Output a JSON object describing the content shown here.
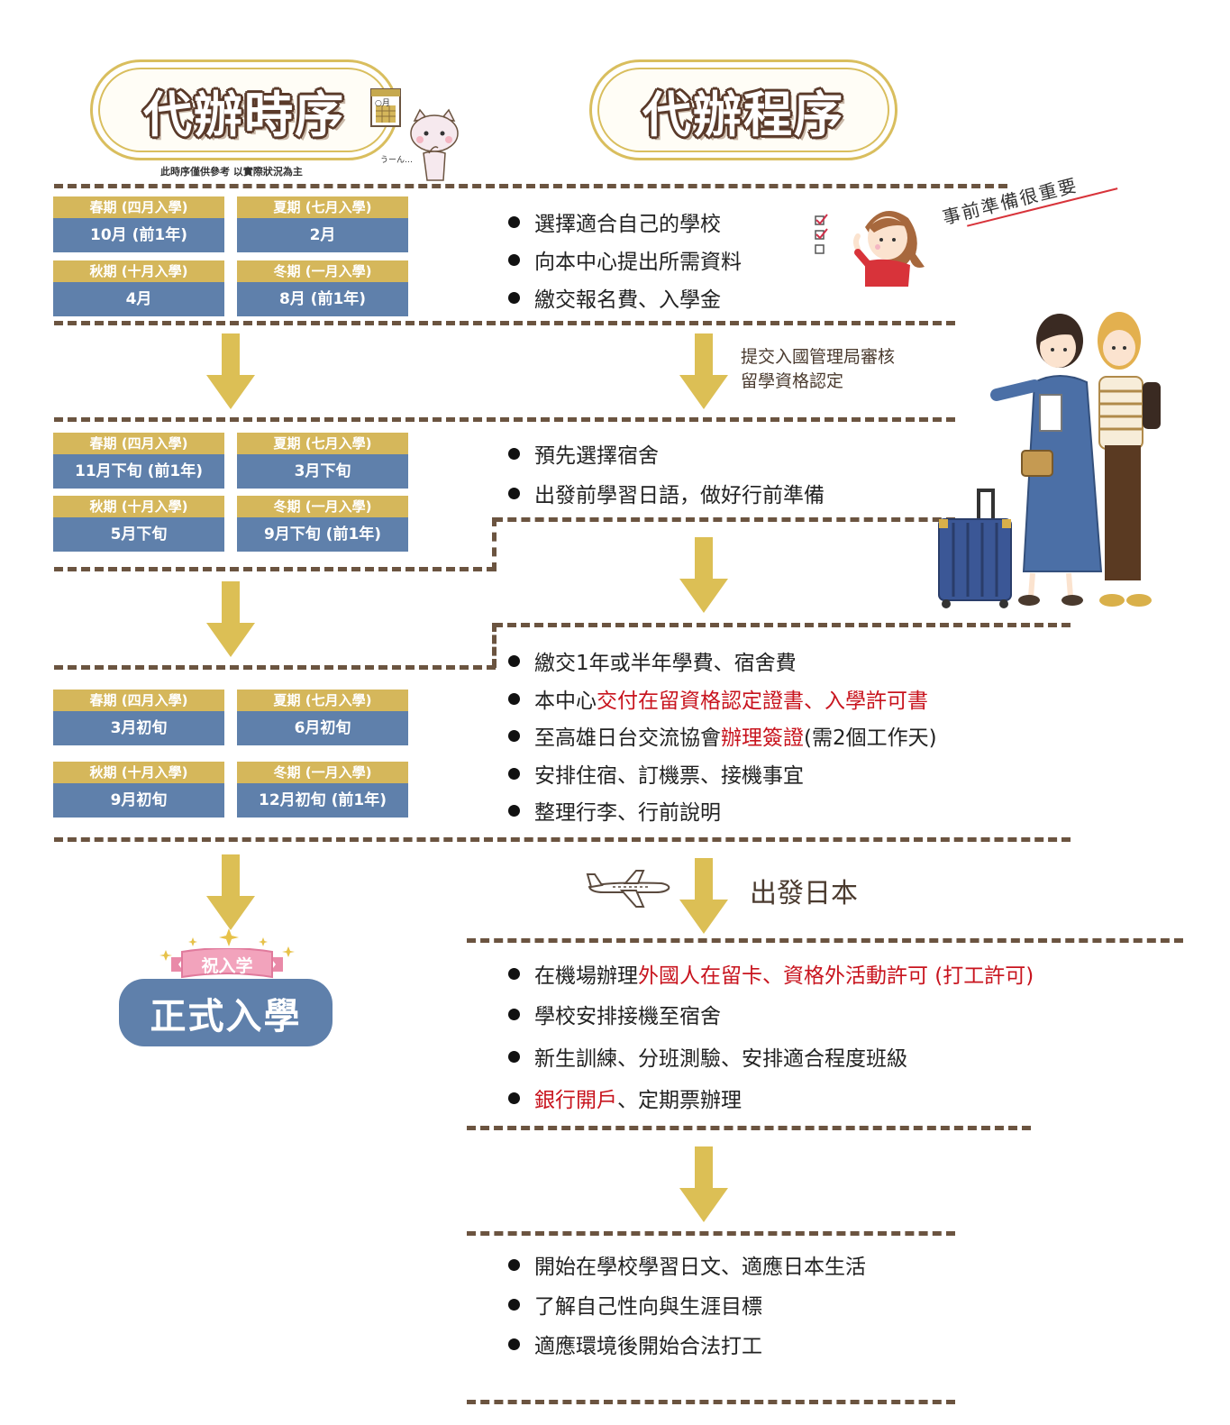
{
  "header": {
    "timeline_title": "代辦時序",
    "process_title": "代辦程序",
    "timeline_note": "此時序僅供參考 以實際狀況為主",
    "calendar_label": "○月",
    "cat_caption": "うーん…"
  },
  "timeline": [
    [
      {
        "label": "春期 (四月入學)",
        "value": "10月 (前1年)"
      },
      {
        "label": "夏期 (七月入學)",
        "value": "2月"
      },
      {
        "label": "秋期 (十月入學)",
        "value": "4月"
      },
      {
        "label": "冬期 (一月入學)",
        "value": "8月 (前1年)"
      }
    ],
    [
      {
        "label": "春期 (四月入學)",
        "value": "11月下旬 (前1年)"
      },
      {
        "label": "夏期 (七月入學)",
        "value": "3月下旬"
      },
      {
        "label": "秋期 (十月入學)",
        "value": "5月下旬"
      },
      {
        "label": "冬期 (一月入學)",
        "value": "9月下旬 (前1年)"
      }
    ],
    [
      {
        "label": "春期 (四月入學)",
        "value": "3月初旬"
      },
      {
        "label": "夏期 (七月入學)",
        "value": "6月初旬"
      },
      {
        "label": "秋期 (十月入學)",
        "value": "9月初旬"
      },
      {
        "label": "冬期 (一月入學)",
        "value": "12月初旬 (前1年)"
      }
    ]
  ],
  "enrollment": {
    "ribbon": "祝入学",
    "title": "正式入學"
  },
  "steps": {
    "s1": [
      "選擇適合自己的學校",
      "向本中心提出所需資料",
      "繳交報名費、入學金"
    ],
    "s1_callout": "事前準備很重要",
    "note1": [
      "提交入國管理局審核",
      "留學資格認定"
    ],
    "s2": [
      "預先選擇宿舍",
      "出發前學習日語，做好行前準備"
    ],
    "s3_b1": "繳交1年或半年學費、宿舍費",
    "s3_b2_a": "本中心",
    "s3_b2_b": "交付在留資格認定證書、入學許可書",
    "s3_b3_a": "至高雄日台交流協會",
    "s3_b3_b": "辦理簽證",
    "s3_b3_c": " (需2個工作天)",
    "s3_b4": "安排住宿、訂機票、接機事宜",
    "s3_b5": "整理行李、行前說明",
    "depart": "出發日本",
    "s4_b1_a": "在機場辦理",
    "s4_b1_b": "外國人在留卡、資格外活動許可 (打工許可)",
    "s4_b2": "學校安排接機至宿舍",
    "s4_b3": "新生訓練、分班測驗、安排適合程度班級",
    "s4_b4_a": "銀行開戶",
    "s4_b4_b": "、定期票辦理",
    "s5": [
      "開始在學校學習日文、適應日本生活",
      "了解自己性向與生涯目標",
      "適應環境後開始合法打工"
    ]
  },
  "colors": {
    "gold": "#d5b75b",
    "blue": "#5f80ab",
    "brown": "#6b5440",
    "arrow": "#dcbf55",
    "accent_red": "#c8141e"
  }
}
